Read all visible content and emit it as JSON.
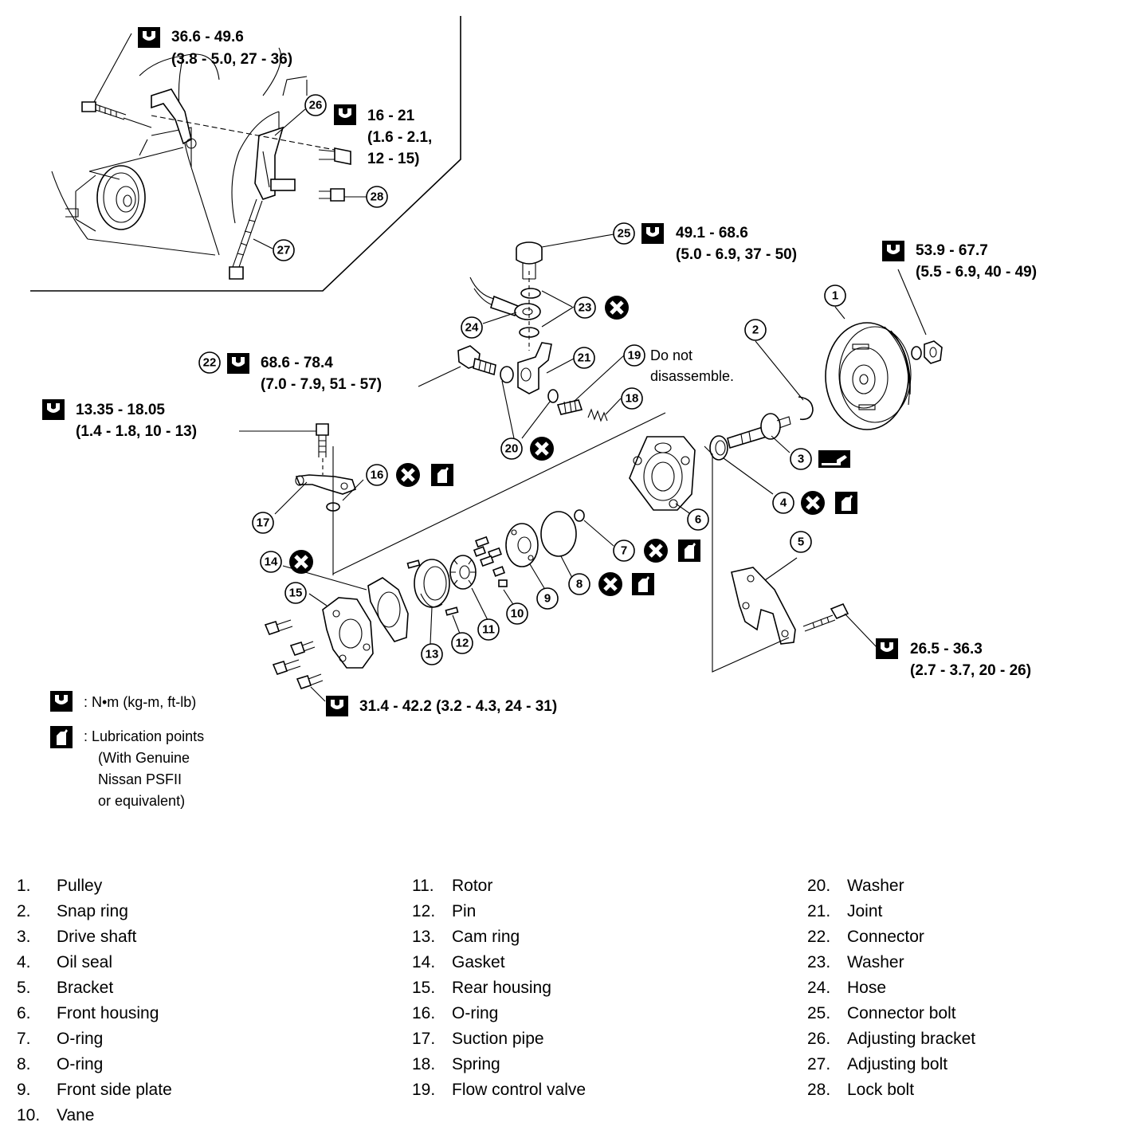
{
  "torque": {
    "t_top1": [
      "36.6 - 49.6",
      "(3.8 - 5.0, 27 - 36)"
    ],
    "t_top2": [
      "16 - 21",
      "(1.6 - 2.1,",
      "12 - 15)"
    ],
    "t25": [
      "49.1 - 68.6",
      "(5.0 - 6.9, 37 - 50)"
    ],
    "t_nut": [
      "53.9 - 67.7",
      "(5.5 - 6.9, 40 - 49)"
    ],
    "t22": [
      "68.6 - 78.4",
      "(7.0 - 7.9, 51 - 57)"
    ],
    "t17": [
      "13.35 - 18.05",
      "(1.4 - 1.8, 10 - 13)"
    ],
    "t5": [
      "26.5 - 36.3",
      "(2.7 - 3.7, 20 - 26)"
    ],
    "t15": "31.4 - 42.2 (3.2 - 4.3, 24 - 31)"
  },
  "note19": [
    "Do  not",
    "disassemble."
  ],
  "callouts": [
    "1",
    "2",
    "3",
    "4",
    "5",
    "6",
    "7",
    "8",
    "9",
    "10",
    "11",
    "12",
    "13",
    "14",
    "15",
    "16",
    "17",
    "18",
    "19",
    "20",
    "21",
    "22",
    "23",
    "24",
    "25",
    "26",
    "27",
    "28"
  ],
  "legend": {
    "torque": ":  N•m  (kg-m,  ft-lb)",
    "lube": [
      ":  Lubrication  points",
      "(With  Genuine",
      "Nissan  PSFII",
      "or  equivalent)"
    ]
  },
  "parts": [
    {
      "n": "1.",
      "name": "Pulley"
    },
    {
      "n": "2.",
      "name": "Snap ring"
    },
    {
      "n": "3.",
      "name": "Drive shaft"
    },
    {
      "n": "4.",
      "name": "Oil seal"
    },
    {
      "n": "5.",
      "name": "Bracket"
    },
    {
      "n": "6.",
      "name": "Front housing"
    },
    {
      "n": "7.",
      "name": "O-ring"
    },
    {
      "n": "8.",
      "name": "O-ring"
    },
    {
      "n": "9.",
      "name": "Front side plate"
    },
    {
      "n": "10.",
      "name": "Vane"
    },
    {
      "n": "11.",
      "name": "Rotor"
    },
    {
      "n": "12.",
      "name": "Pin"
    },
    {
      "n": "13.",
      "name": "Cam ring"
    },
    {
      "n": "14.",
      "name": "Gasket"
    },
    {
      "n": "15.",
      "name": "Rear housing"
    },
    {
      "n": "16.",
      "name": "O-ring"
    },
    {
      "n": "17.",
      "name": "Suction pipe"
    },
    {
      "n": "18.",
      "name": "Spring"
    },
    {
      "n": "19.",
      "name": "Flow control valve"
    },
    {
      "n": "20.",
      "name": "Washer"
    },
    {
      "n": "21.",
      "name": "Joint"
    },
    {
      "n": "22.",
      "name": "Connector"
    },
    {
      "n": "23.",
      "name": "Washer"
    },
    {
      "n": "24.",
      "name": "Hose"
    },
    {
      "n": "25.",
      "name": "Connector bolt"
    },
    {
      "n": "26.",
      "name": "Adjusting bracket"
    },
    {
      "n": "27.",
      "name": "Adjusting bolt"
    },
    {
      "n": "28.",
      "name": "Lock bolt"
    }
  ]
}
